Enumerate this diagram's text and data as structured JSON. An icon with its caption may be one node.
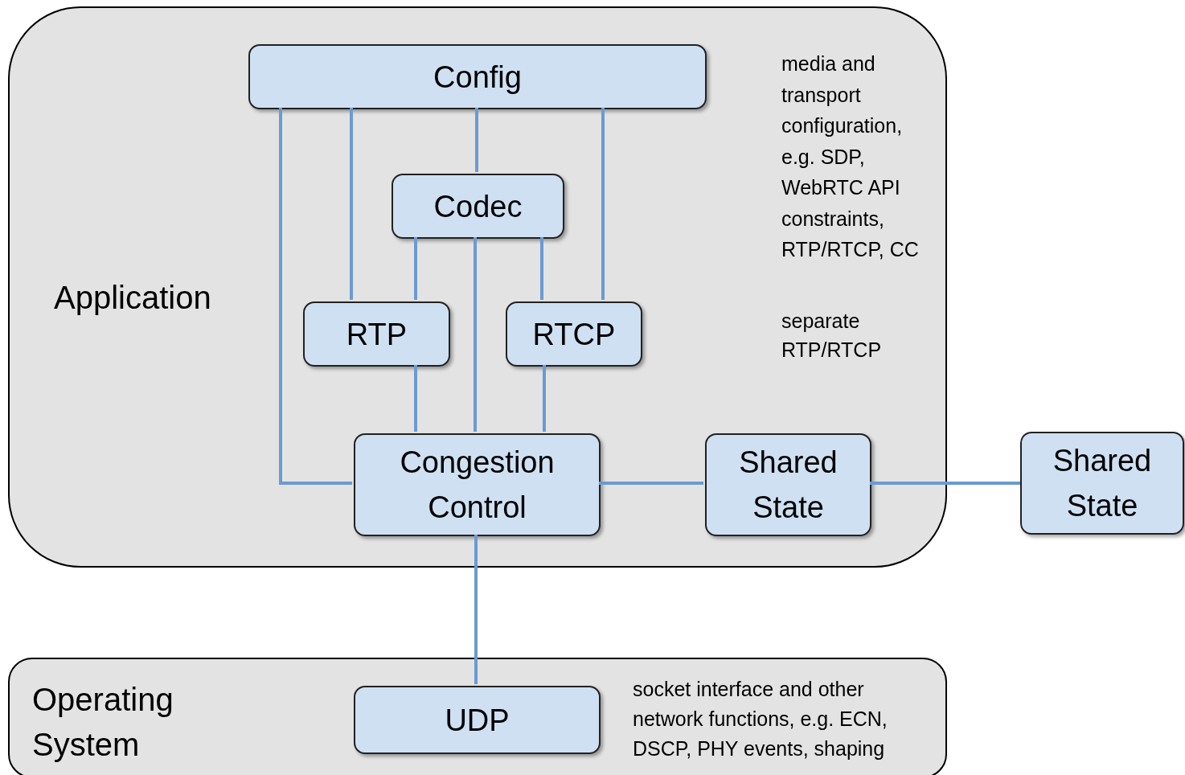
{
  "diagram": {
    "nodes": [
      {
        "text": [
          "Application"
        ]
      },
      {
        "text": [
          "Config"
        ],
        "in": 0
      },
      {
        "text": [
          "Codec"
        ],
        "in": 0
      },
      {
        "text": [
          "RTP"
        ],
        "in": 0
      },
      {
        "text": [
          "RTCP"
        ],
        "in": 0
      },
      {
        "text": [
          "Congestion Control"
        ],
        "in": 0
      },
      {
        "text": [
          "Shared State"
        ],
        "in": 0
      },
      {
        "text": [
          "Shared State"
        ]
      },
      {
        "text": [
          "Operating System"
        ]
      },
      {
        "text": [
          "UDP"
        ],
        "in": 8
      }
    ],
    "edges": [
      {
        "from": 1,
        "to": 5,
        "arrow": "none"
      },
      {
        "from": 1,
        "to": 3,
        "arrow": "none"
      },
      {
        "from": 1,
        "to": 2,
        "arrow": "none"
      },
      {
        "from": 1,
        "to": 4,
        "arrow": "none"
      },
      {
        "from": 2,
        "to": 3,
        "arrow": "none"
      },
      {
        "from": 2,
        "to": 5,
        "arrow": "none"
      },
      {
        "from": 2,
        "to": 4,
        "arrow": "none"
      },
      {
        "from": 3,
        "to": 5,
        "arrow": "none"
      },
      {
        "from": 4,
        "to": 5,
        "arrow": "none"
      },
      {
        "from": 5,
        "to": 6,
        "arrow": "none"
      },
      {
        "from": 6,
        "to": 7,
        "arrow": "none"
      },
      {
        "from": 5,
        "to": 9,
        "arrow": "none"
      }
    ],
    "labels": [
      "media and transport configuration, e.g. SDP, WebRTC API constraints, RTP/RTCP, CC",
      "separate RTP/RTCP",
      "socket interface and other network functions, e.g. ECN, DSCP, PHY events, shaping"
    ]
  }
}
